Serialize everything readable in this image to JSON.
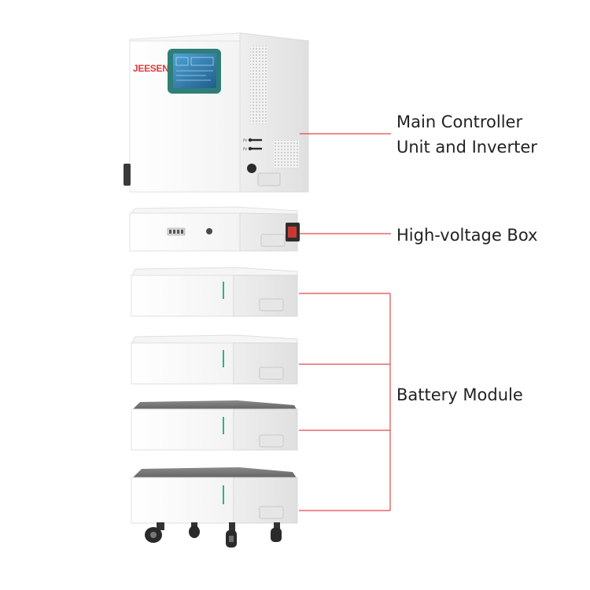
{
  "colors": {
    "leader_line": "#e0494f",
    "brand_red": "#e03a3a",
    "screen_frame": "#2f7f78",
    "screen_face": "#3c8fbf",
    "indicator": "#2bb38a",
    "cabinet_white": "#fbfbfb",
    "cabinet_shade": "#e6e6e6",
    "lid_gray": "#6f6f6f",
    "wheel": "#2a2a2a"
  },
  "product": {
    "brand_logo": "JEESENG",
    "breaker_labels": [
      "PV",
      "PV"
    ]
  },
  "labels": {
    "main_controller_line1": "Main Controller",
    "main_controller_line2": "Unit and Inverter",
    "high_voltage_box": "High-voltage Box",
    "battery_module": "Battery Module"
  },
  "battery_module_count": 4
}
